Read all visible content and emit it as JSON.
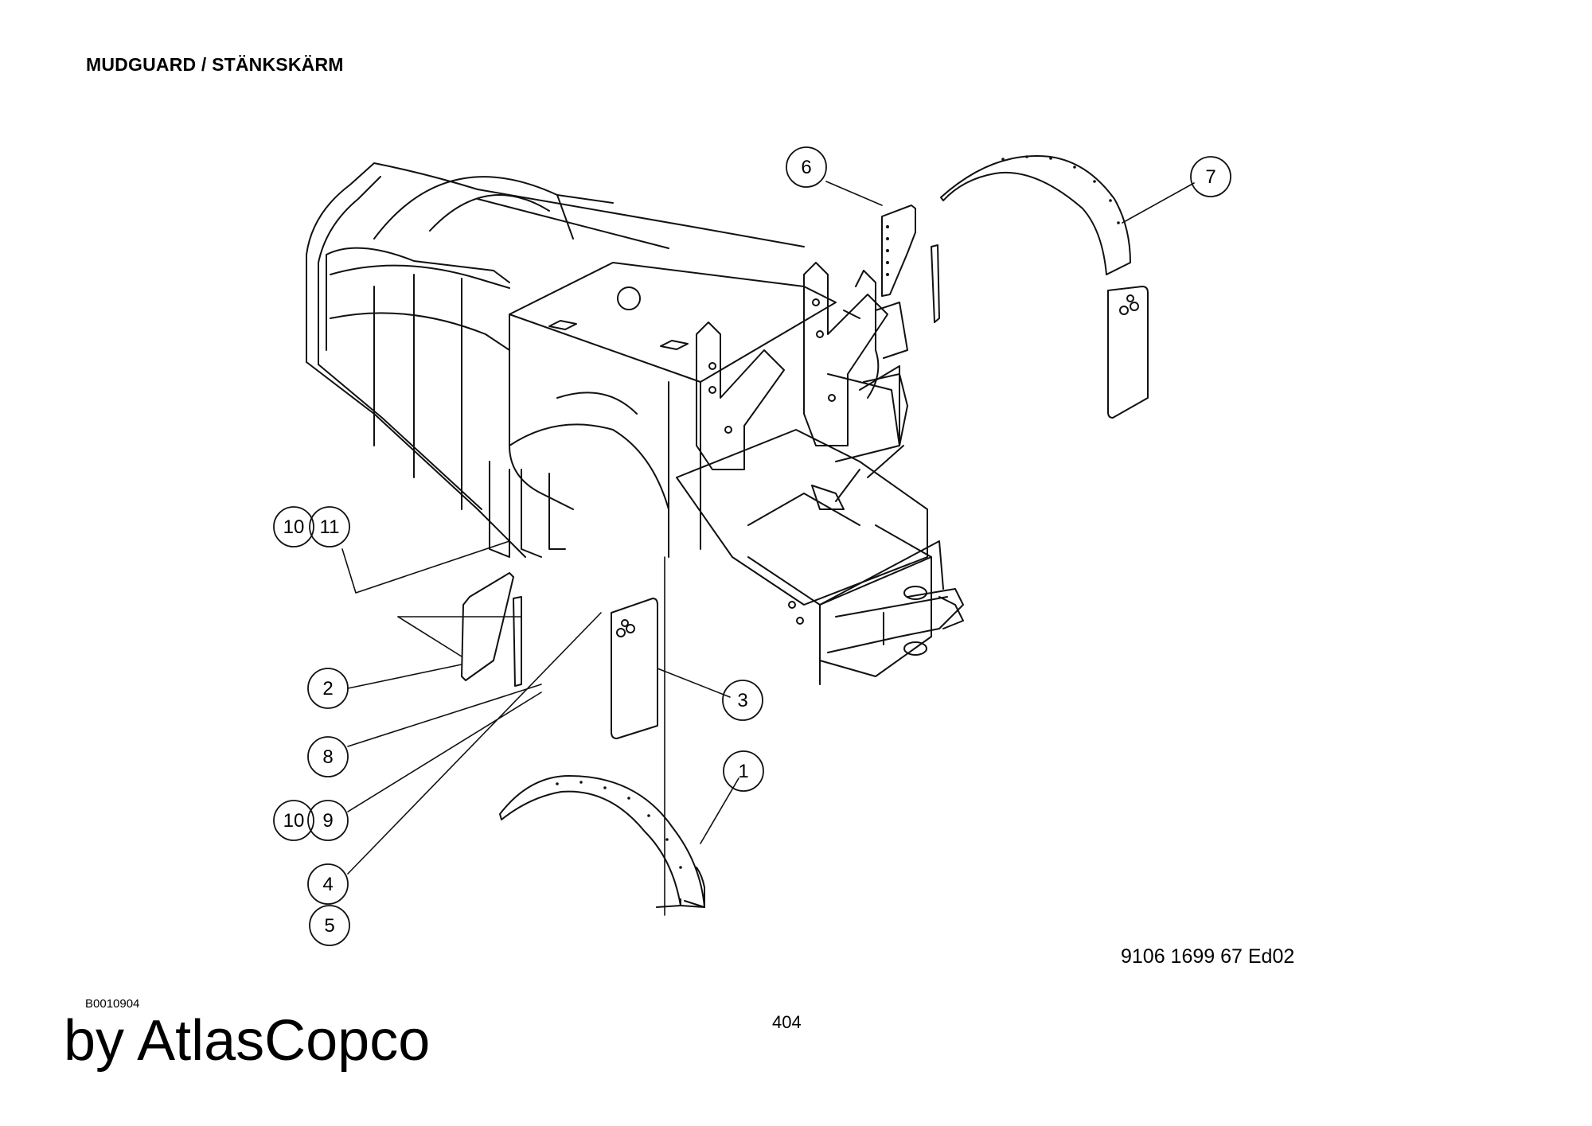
{
  "page": {
    "title": "MUDGUARD / STÄNKSKÄRM",
    "document_number": "9106 1699 67  Ed02",
    "drawing_code": "B0010904",
    "page_number": "404",
    "brand": "by AtlasCopco"
  },
  "callouts": [
    {
      "id": "c6",
      "label": "6"
    },
    {
      "id": "c7",
      "label": "7"
    },
    {
      "id": "c10a",
      "label": "10"
    },
    {
      "id": "c11",
      "label": "11"
    },
    {
      "id": "c2",
      "label": "2"
    },
    {
      "id": "c3",
      "label": "3"
    },
    {
      "id": "c8",
      "label": "8"
    },
    {
      "id": "c1",
      "label": "1"
    },
    {
      "id": "c10b",
      "label": "10"
    },
    {
      "id": "c9",
      "label": "9"
    },
    {
      "id": "c4",
      "label": "4"
    },
    {
      "id": "c5",
      "label": "5"
    }
  ]
}
